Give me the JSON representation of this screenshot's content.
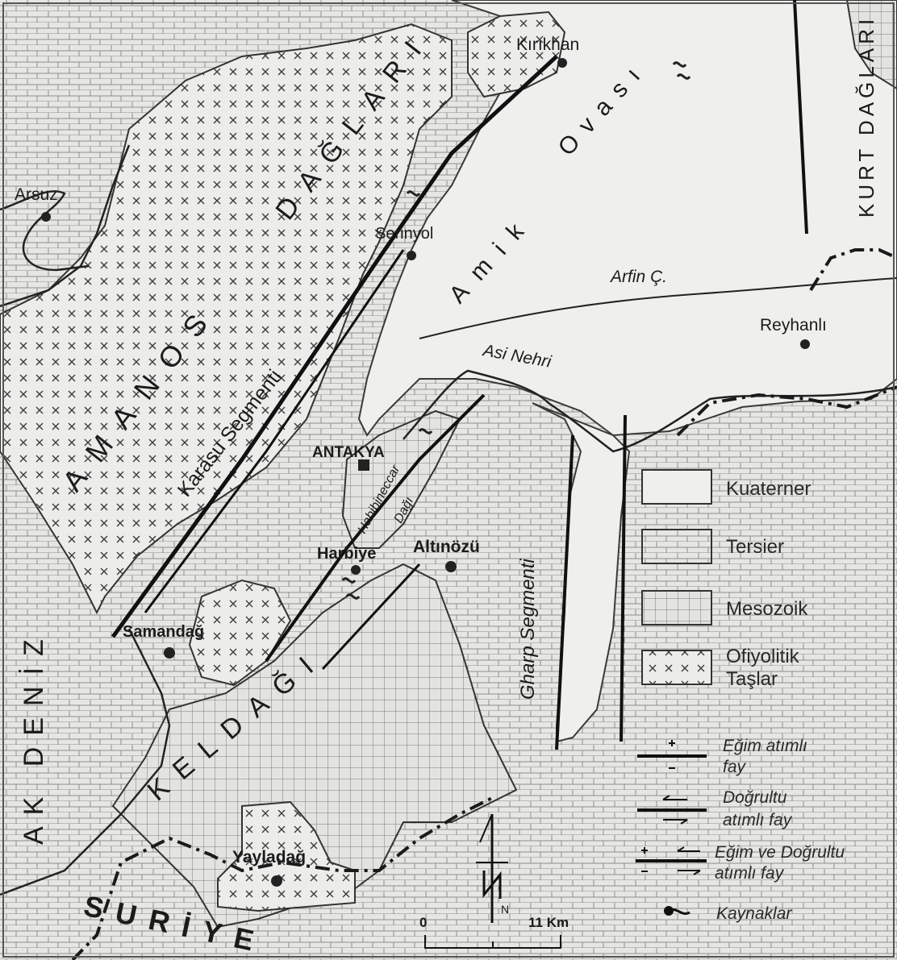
{
  "places": {
    "kirikhan": "Kırıkhan",
    "arsuz": "Arsuz",
    "serinyol": "Serinyol",
    "reyhanli": "Reyhanlı",
    "antakya": "ANTAKYA",
    "harbiye": "Harbiye",
    "altinozu": "Altınözü",
    "samandag": "Samandağ",
    "yayladag": "Yayladağ"
  },
  "regions": {
    "amanos": "AMANOS",
    "daglari": "DAĞLARI",
    "amik": "Amik",
    "ovasi": "Ovası",
    "kurt_daglari": "KURT DAĞLARI",
    "ak_deniz": "AK DENİZ",
    "suriye": "SURİYE",
    "keldagi": "KELDAĞI",
    "habibineccar": "Habibineccar",
    "dagi": "Dağı"
  },
  "segments": {
    "karasu": "Karasu Segmenti",
    "gharp": "Gharp Segmenti"
  },
  "rivers": {
    "arfin": "Arfin Ç.",
    "asi": "Asi Nehri"
  },
  "legend": {
    "kuaterner": "Kuaterner",
    "tersier": "Tersier",
    "mesozoik": "Mesozoik",
    "ofiyolitik_1": "Ofiyolitik",
    "ofiyolitik_2": "Taşlar",
    "egim_1": "Eğim atımlı",
    "egim_2": "fay",
    "dogrultu_1": "Doğrultu",
    "dogrultu_2": "atımlı fay",
    "egim_dog_1": "Eğim ve Doğrultu",
    "egim_dog_2": "atımlı fay",
    "kaynaklar": "Kaynaklar"
  },
  "scale": {
    "zero": "0",
    "distance": "11 Km"
  },
  "north_symbol": "N"
}
